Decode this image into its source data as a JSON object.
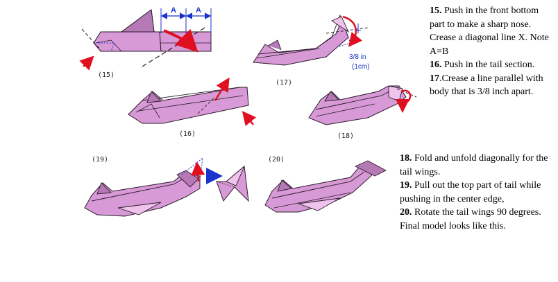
{
  "steps": {
    "s15": "(15)",
    "s16": "(16)",
    "s17": "(17)",
    "s18": "(18)",
    "s19": "(19)",
    "s20": "(20)"
  },
  "dimension_labels": {
    "a1": "A",
    "a2": "A",
    "measure_line1": "3/8 in",
    "measure_line2": "(1cm)"
  },
  "instructions_top": [
    {
      "num": "15.",
      "text": " Push in the front bottom part to make a sharp nose. Crease a diagonal line X. Note A=B"
    },
    {
      "num": "16.",
      "text": " Push in the tail section."
    },
    {
      "num": "17",
      "text": ".Crease a line parallel with body that is  3/8 inch apart."
    }
  ],
  "instructions_bottom": [
    {
      "num": "18.",
      "text": "  Fold and unfold diagonally for the tail wings."
    },
    {
      "num": "19.",
      "text": " Pull out the top part of tail while pushing in the center edge,"
    },
    {
      "num": "20.",
      "text": " Rotate the tail wings 90 degrees. Final model looks like this."
    }
  ],
  "colors": {
    "paper": "#d79ad6",
    "paper_dark": "#b57ab5",
    "paper_light": "#efc3ec",
    "outline": "#2a1a2a",
    "arrow_red": "#e01020",
    "dim_blue": "#1a33cc"
  }
}
